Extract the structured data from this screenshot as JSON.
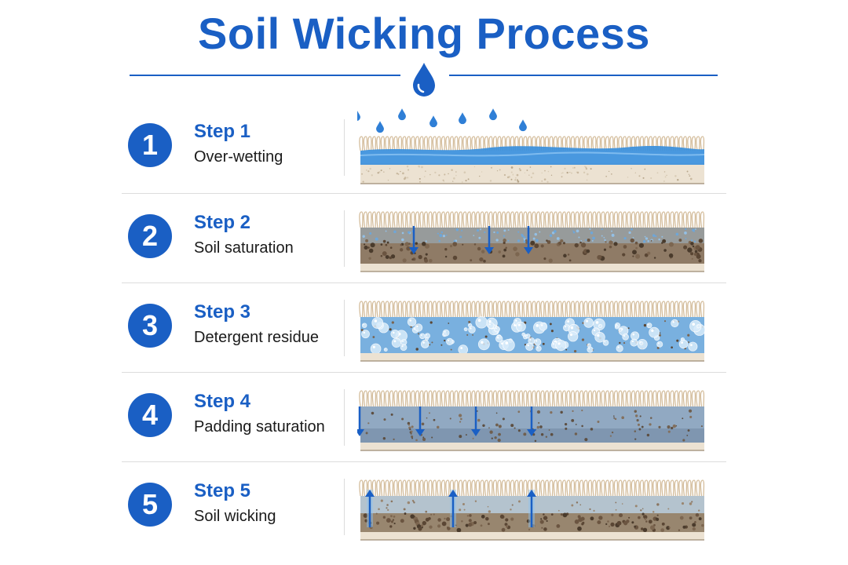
{
  "title": "Soil Wicking Process",
  "colors": {
    "accent": "#1a5fc4",
    "fiber": "#dcc8ac",
    "base": "#e9dfcf",
    "water": "#3a8fdc",
    "soil": "#8a7560"
  },
  "header_icon": "water-drop-icon",
  "steps": [
    {
      "number": "1",
      "title": "Step 1",
      "description": "Over-wetting",
      "layer": "water-surface",
      "arrow_direction": "none"
    },
    {
      "number": "2",
      "title": "Step 2",
      "description": "Soil saturation",
      "layer": "soil",
      "arrow_direction": "down"
    },
    {
      "number": "3",
      "title": "Step 3",
      "description": "Detergent residue",
      "layer": "bubbles",
      "arrow_direction": "none"
    },
    {
      "number": "4",
      "title": "Step 4",
      "description": "Padding saturation",
      "layer": "padding",
      "arrow_direction": "down"
    },
    {
      "number": "5",
      "title": "Step 5",
      "description": "Soil wicking",
      "layer": "wicking",
      "arrow_direction": "up"
    }
  ]
}
